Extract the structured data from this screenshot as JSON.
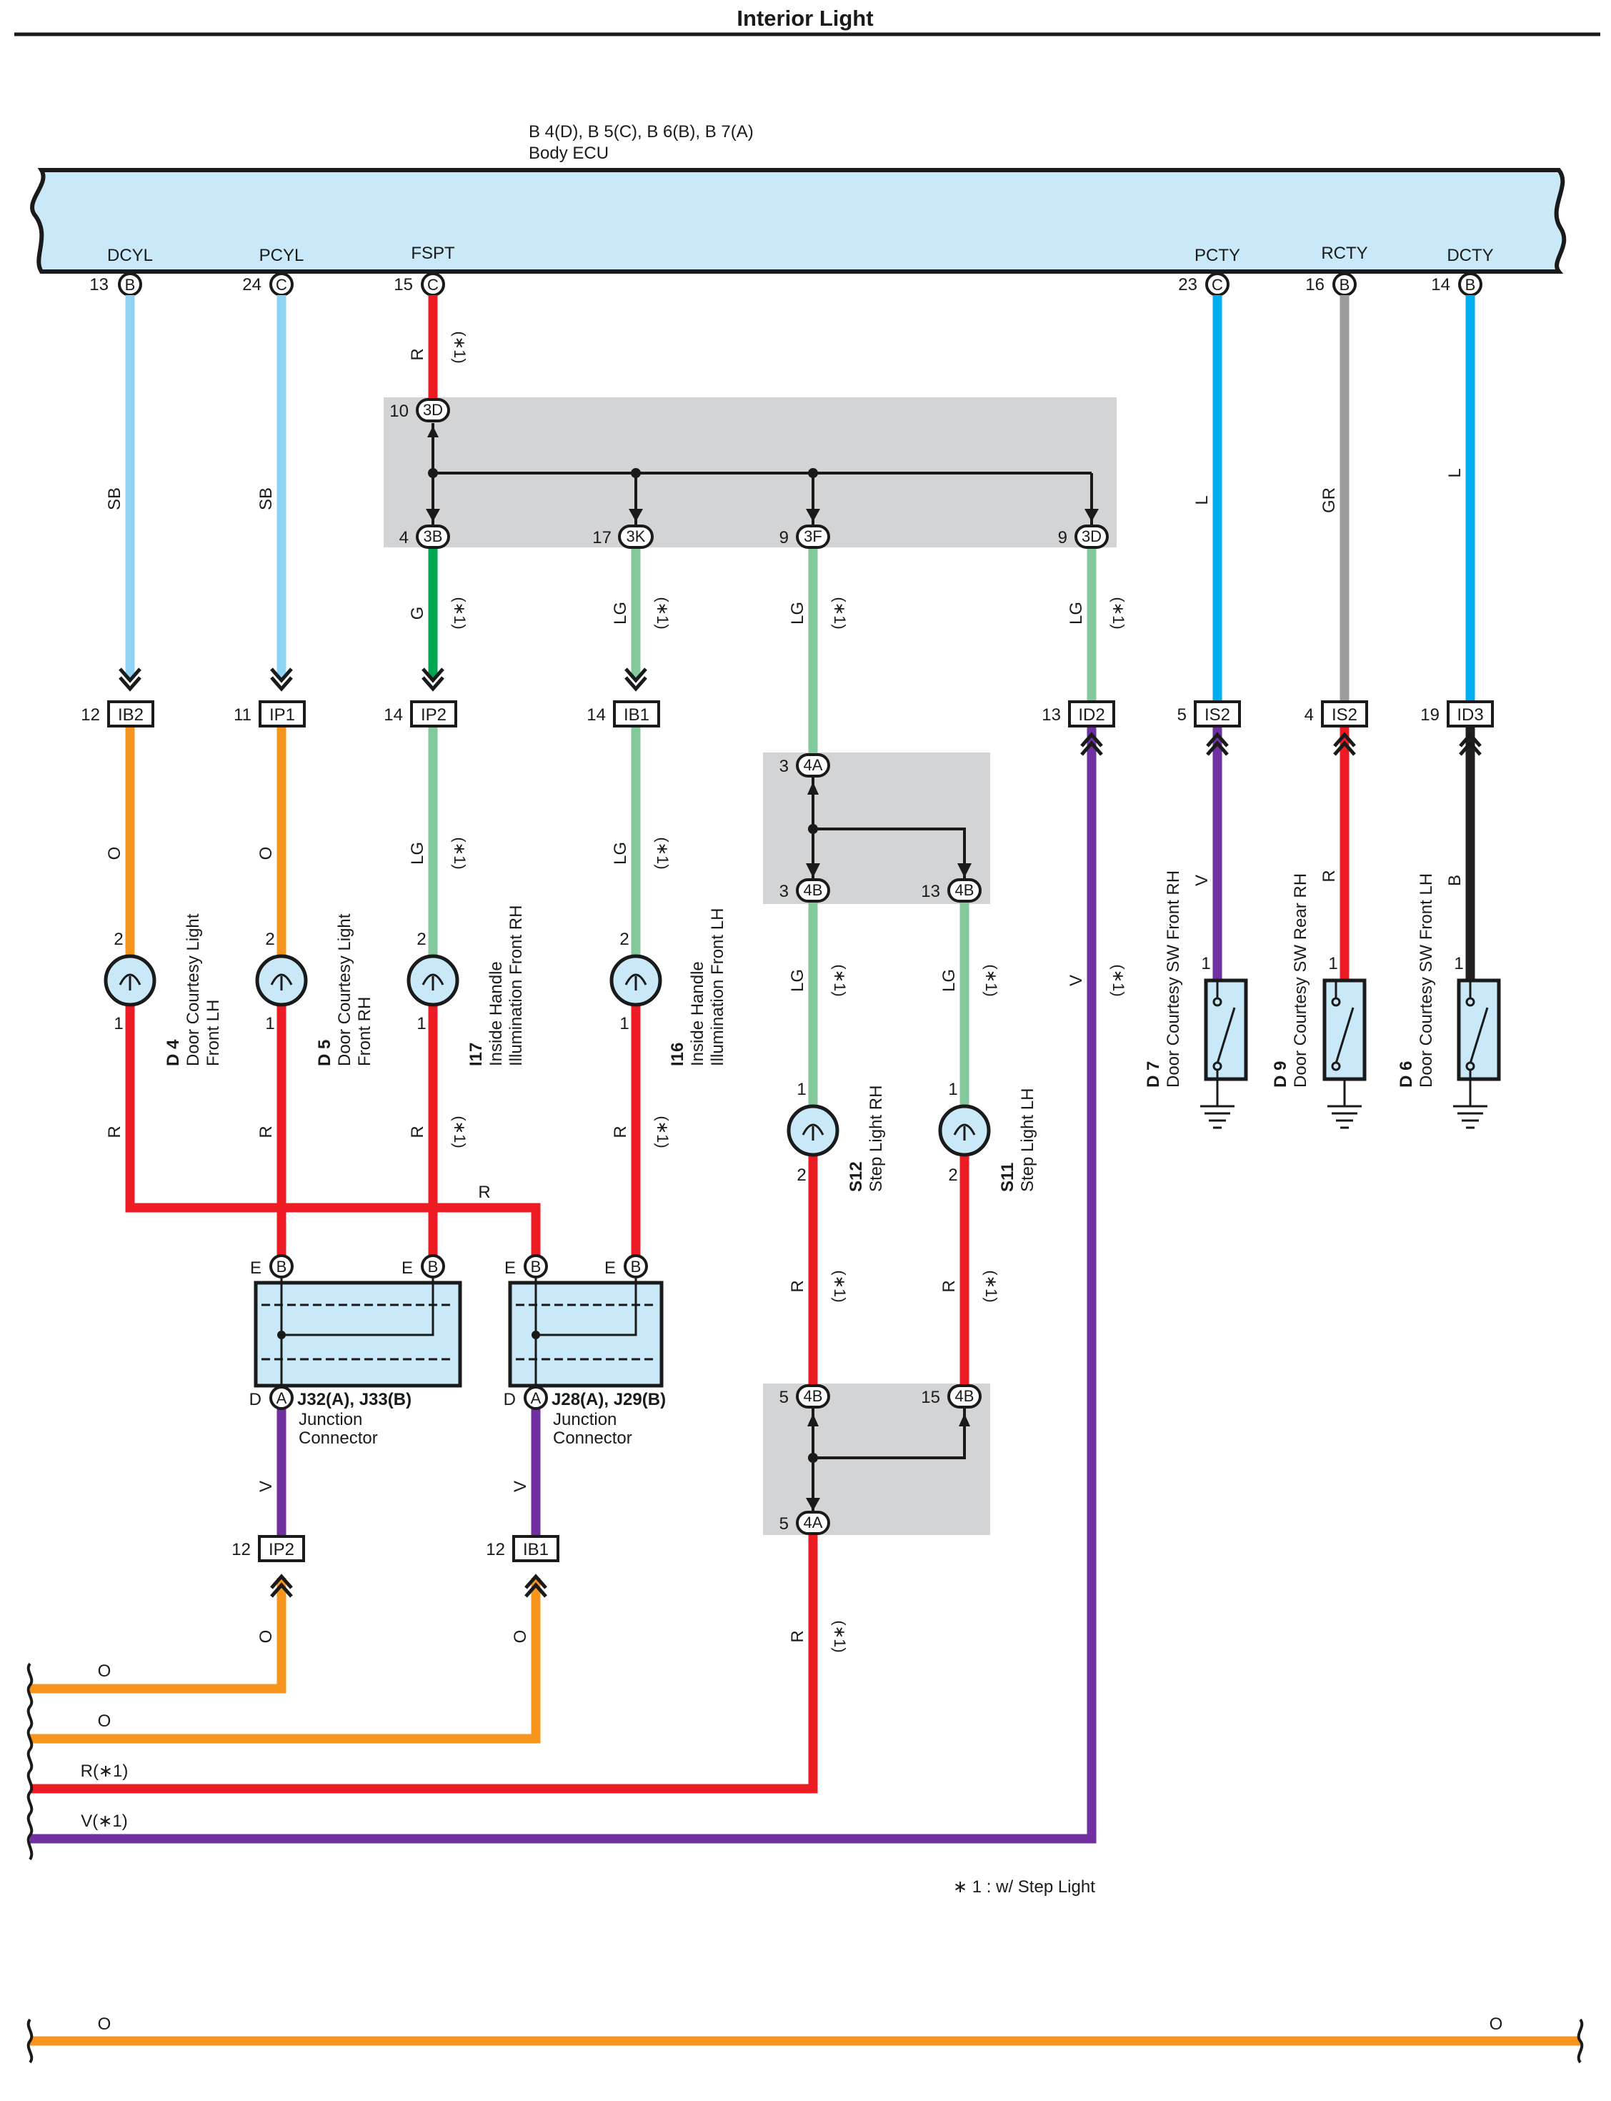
{
  "title": "Interior Light",
  "ecu": {
    "connectors": "B 4(D), B 5(C), B 6(B), B 7(A)",
    "name": "Body ECU",
    "pins": [
      {
        "id": "dcyl",
        "name": "DCYL",
        "num": "13",
        "conn": "B"
      },
      {
        "id": "pcyl",
        "name": "PCYL",
        "num": "24",
        "conn": "C"
      },
      {
        "id": "fspt",
        "name": "FSPT",
        "num": "15",
        "conn": "C"
      },
      {
        "id": "pcty",
        "name": "PCTY",
        "num": "23",
        "conn": "C"
      },
      {
        "id": "rcty",
        "name": "RCTY",
        "num": "16",
        "conn": "B"
      },
      {
        "id": "dcty",
        "name": "DCTY",
        "num": "14",
        "conn": "B"
      }
    ]
  },
  "wire_colors": {
    "SB": "#8fd3f4",
    "L": "#00aeef",
    "GR": "#9b9b9b",
    "R": "#ed1c24",
    "G": "#00a651",
    "LG": "#84c99b",
    "O": "#f7941d",
    "V": "#7030a0",
    "B": "#231f20"
  },
  "wire_labels": {
    "sb": "SB",
    "l": "L",
    "gr": "GR",
    "r": "R",
    "g": "G",
    "lg": "LG",
    "o": "O",
    "v": "V",
    "b": "B",
    "star1": "(∗1)",
    "r_star1": "R(∗1)",
    "v_star1": "V(∗1)"
  },
  "junction_blocks": {
    "jb1": {
      "top": {
        "num": "10",
        "code": "3D"
      },
      "bottom": [
        {
          "num": "4",
          "code": "3B"
        },
        {
          "num": "17",
          "code": "3K"
        },
        {
          "num": "9",
          "code": "3F"
        },
        {
          "num": "9",
          "code": "3D"
        }
      ]
    },
    "jb2": {
      "top": {
        "num": "3",
        "code": "4A"
      },
      "bottom": [
        {
          "num": "3",
          "code": "4B"
        },
        {
          "num": "13",
          "code": "4B"
        }
      ]
    },
    "jb3": {
      "top": [
        {
          "num": "5",
          "code": "4B"
        },
        {
          "num": "15",
          "code": "4B"
        }
      ],
      "bottom": {
        "num": "5",
        "code": "4A"
      }
    }
  },
  "inline_connectors": [
    {
      "id": "ib2",
      "num": "12",
      "code": "IB2"
    },
    {
      "id": "ip1",
      "num": "11",
      "code": "IP1"
    },
    {
      "id": "ip2a",
      "num": "14",
      "code": "IP2"
    },
    {
      "id": "ib1a",
      "num": "14",
      "code": "IB1"
    },
    {
      "id": "id2",
      "num": "13",
      "code": "ID2"
    },
    {
      "id": "is2a",
      "num": "5",
      "code": "IS2"
    },
    {
      "id": "is2b",
      "num": "4",
      "code": "IS2"
    },
    {
      "id": "id3",
      "num": "19",
      "code": "ID3"
    },
    {
      "id": "ip2b",
      "num": "12",
      "code": "IP2"
    },
    {
      "id": "ib1b",
      "num": "12",
      "code": "IB1"
    }
  ],
  "lights": [
    {
      "id": "d4",
      "code": "D 4",
      "name1": "Door Courtesy Light",
      "name2": "Front LH",
      "pin_top": "2",
      "pin_bottom": "1"
    },
    {
      "id": "d5",
      "code": "D 5",
      "name1": "Door Courtesy Light",
      "name2": "Front RH",
      "pin_top": "2",
      "pin_bottom": "1"
    },
    {
      "id": "i17",
      "code": "I17",
      "name1": "Inside Handle",
      "name2": "Illumination Front RH",
      "pin_top": "2",
      "pin_bottom": "1"
    },
    {
      "id": "i16",
      "code": "I16",
      "name1": "Inside Handle",
      "name2": "Illumination Front LH",
      "pin_top": "2",
      "pin_bottom": "1"
    },
    {
      "id": "s12",
      "code": "S12",
      "name1": "Step Light RH",
      "pin_top": "1",
      "pin_bottom": "2"
    },
    {
      "id": "s11",
      "code": "S11",
      "name1": "Step Light LH",
      "pin_top": "1",
      "pin_bottom": "2"
    }
  ],
  "switches": [
    {
      "id": "d7",
      "code": "D 7",
      "name": "Door Courtesy SW Front RH",
      "pin": "1"
    },
    {
      "id": "d9",
      "code": "D 9",
      "name": "Door Courtesy SW Rear RH",
      "pin": "1"
    },
    {
      "id": "d6",
      "code": "D 6",
      "name": "Door Courtesy SW Front LH",
      "pin": "1"
    }
  ],
  "junction_connectors": [
    {
      "id": "jc1",
      "name": "J32(A), J33(B)",
      "desc1": "Junction",
      "desc2": "Connector",
      "pin_e": "E",
      "pin_d": "D",
      "conn_b": "B",
      "conn_a": "A"
    },
    {
      "id": "jc2",
      "name": "J28(A), J29(B)",
      "desc1": "Junction",
      "desc2": "Connector",
      "pin_e": "E",
      "pin_d": "D",
      "conn_b": "B",
      "conn_a": "A"
    }
  ],
  "footnote": "∗ 1 : w/ Step Light"
}
